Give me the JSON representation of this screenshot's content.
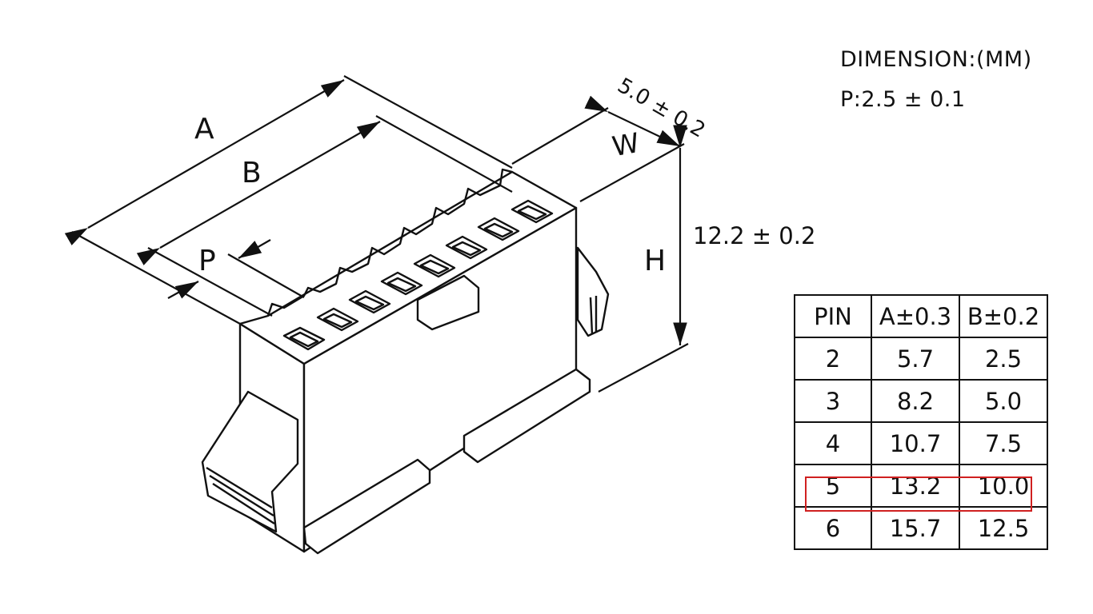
{
  "notes": {
    "dimension_unit": "DIMENSION:(MM)",
    "pitch": "P:2.5 ± 0.1"
  },
  "labels": {
    "A": "A",
    "B": "B",
    "P": "P",
    "W": "W",
    "H": "H",
    "width_tol": "5.0 ± 0.2",
    "height_tol": "12.2 ± 0.2"
  },
  "table": {
    "headers": [
      "PIN",
      "A±0.3",
      "B±0.2"
    ],
    "rows": [
      [
        "2",
        "5.7",
        "2.5"
      ],
      [
        "3",
        "8.2",
        "5.0"
      ],
      [
        "4",
        "10.7",
        "7.5"
      ],
      [
        "5",
        "13.2",
        "10.0"
      ],
      [
        "6",
        "15.7",
        "12.5"
      ]
    ],
    "highlighted_row_index": 3
  },
  "colors": {
    "line": "#111111",
    "highlight": "#d02020"
  }
}
